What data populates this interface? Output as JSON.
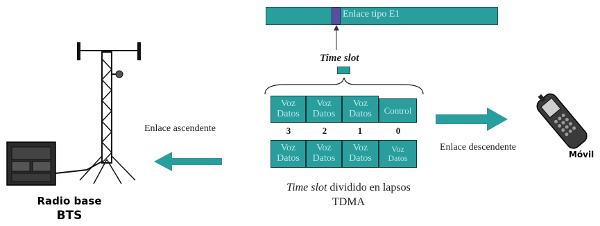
{
  "e1_link": {
    "label": "Enlace tipo E1",
    "fill": "#2a9d9d",
    "slot_fill": "#5a4e9e"
  },
  "time_slot_label": "Time slot",
  "uplink_label": "Enlace ascendente",
  "downlink_label": "Enlace descendente",
  "upper_row": [
    {
      "line1": "Voz",
      "line2": "Datos"
    },
    {
      "line1": "Voz",
      "line2": "Datos"
    },
    {
      "line1": "Voz",
      "line2": "Datos"
    },
    {
      "line1": "Control",
      "line2": ""
    }
  ],
  "slot_numbers": [
    "3",
    "2",
    "1",
    "0"
  ],
  "lower_row": [
    {
      "line1": "Voz",
      "line2": "Datos"
    },
    {
      "line1": "Voz",
      "line2": "Datos"
    },
    {
      "line1": "Voz",
      "line2": "Datos"
    },
    {
      "line1": "Voz",
      "line2": "Datos"
    }
  ],
  "caption": {
    "italic_part": "Time slot",
    "rest": " dividido en lapsos",
    "line2": "TDMA"
  },
  "base_station": {
    "line1": "Radio base",
    "line2": "BTS"
  },
  "mobile_label": "Móvil"
}
